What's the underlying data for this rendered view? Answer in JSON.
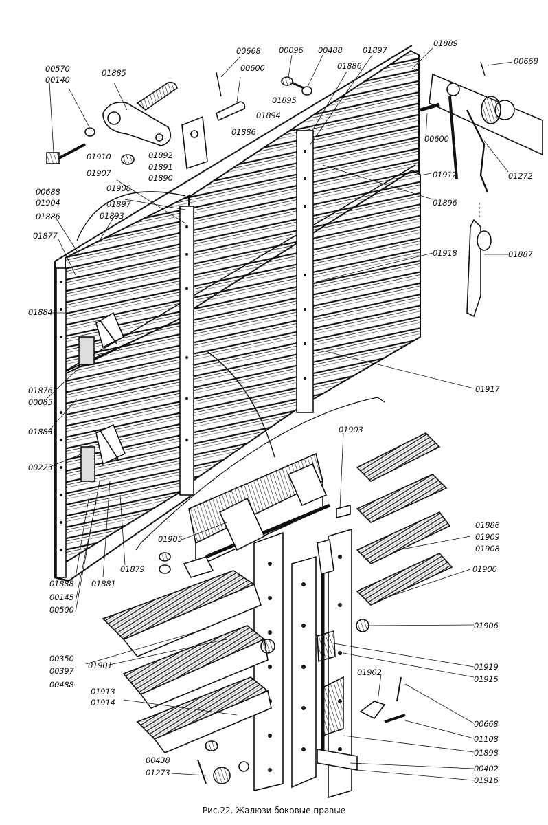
{
  "caption": "Рис.22. Жалюзи боковые правые",
  "labels": [
    "00668",
    "00096",
    "00488",
    "01897",
    "01889",
    "00570",
    "00140",
    "01885",
    "00600",
    "01886",
    "00668",
    "01895",
    "01894",
    "01886",
    "00600",
    "01910",
    "01892",
    "01891",
    "01890",
    "01907",
    "01912",
    "01272",
    "00688",
    "01904",
    "01908",
    "01897",
    "01896",
    "01886",
    "01893",
    "01877",
    "01918",
    "01887",
    "01884",
    "01917",
    "01876",
    "00085",
    "01883",
    "00223",
    "01903",
    "01905",
    "01886",
    "01909",
    "01908",
    "01900",
    "01888",
    "01881",
    "01879",
    "00145",
    "00500",
    "01906",
    "00350",
    "00397",
    "00488",
    "01901",
    "01919",
    "01915",
    "01913",
    "01914",
    "01902",
    "00668",
    "01108",
    "01898",
    "00438",
    "01273",
    "00402",
    "01916"
  ]
}
